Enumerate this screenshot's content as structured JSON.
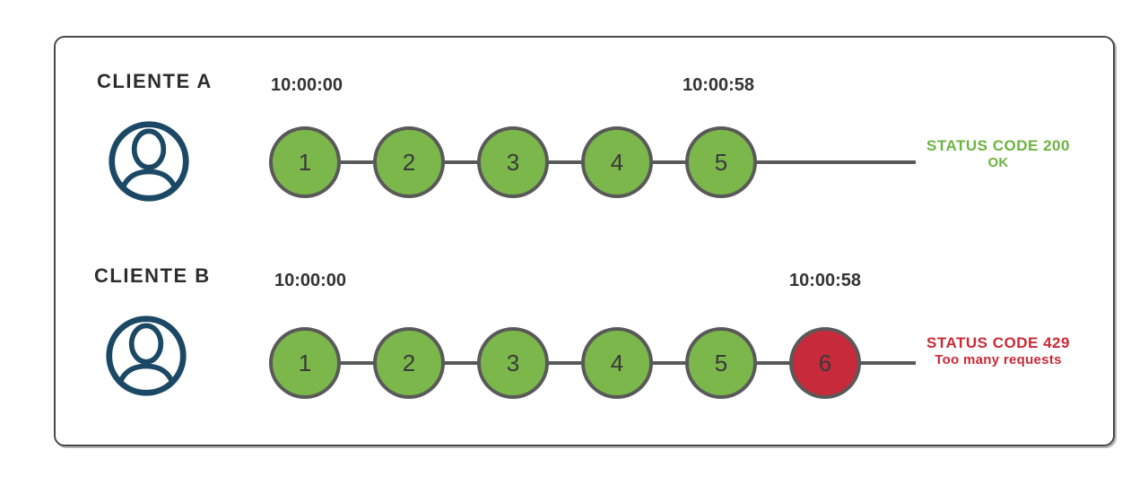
{
  "colors": {
    "ok_fill": "#7bb74a",
    "blocked_fill": "#c72b3b",
    "stroke": "#595959",
    "ok_text": "#6cb33f",
    "blocked_text": "#cc2936",
    "icon": "#1b4965",
    "dark_text": "#2d2d2d"
  },
  "clients": [
    {
      "label": "CLIENTE A",
      "start_time": "10:00:00",
      "end_time": "10:00:58",
      "requests": [
        {
          "label": "1",
          "state": "ok"
        },
        {
          "label": "2",
          "state": "ok"
        },
        {
          "label": "3",
          "state": "ok"
        },
        {
          "label": "4",
          "state": "ok"
        },
        {
          "label": "5",
          "state": "ok"
        }
      ],
      "status_code_line": "STATUS CODE 200",
      "status_message": "OK",
      "status": "ok"
    },
    {
      "label": "CLIENTE B",
      "start_time": "10:00:00",
      "end_time": "10:00:58",
      "requests": [
        {
          "label": "1",
          "state": "ok"
        },
        {
          "label": "2",
          "state": "ok"
        },
        {
          "label": "3",
          "state": "ok"
        },
        {
          "label": "4",
          "state": "ok"
        },
        {
          "label": "5",
          "state": "ok"
        },
        {
          "label": "6",
          "state": "blocked"
        }
      ],
      "status_code_line": "STATUS CODE 429",
      "status_message": "Too many requests",
      "status": "blocked"
    }
  ]
}
